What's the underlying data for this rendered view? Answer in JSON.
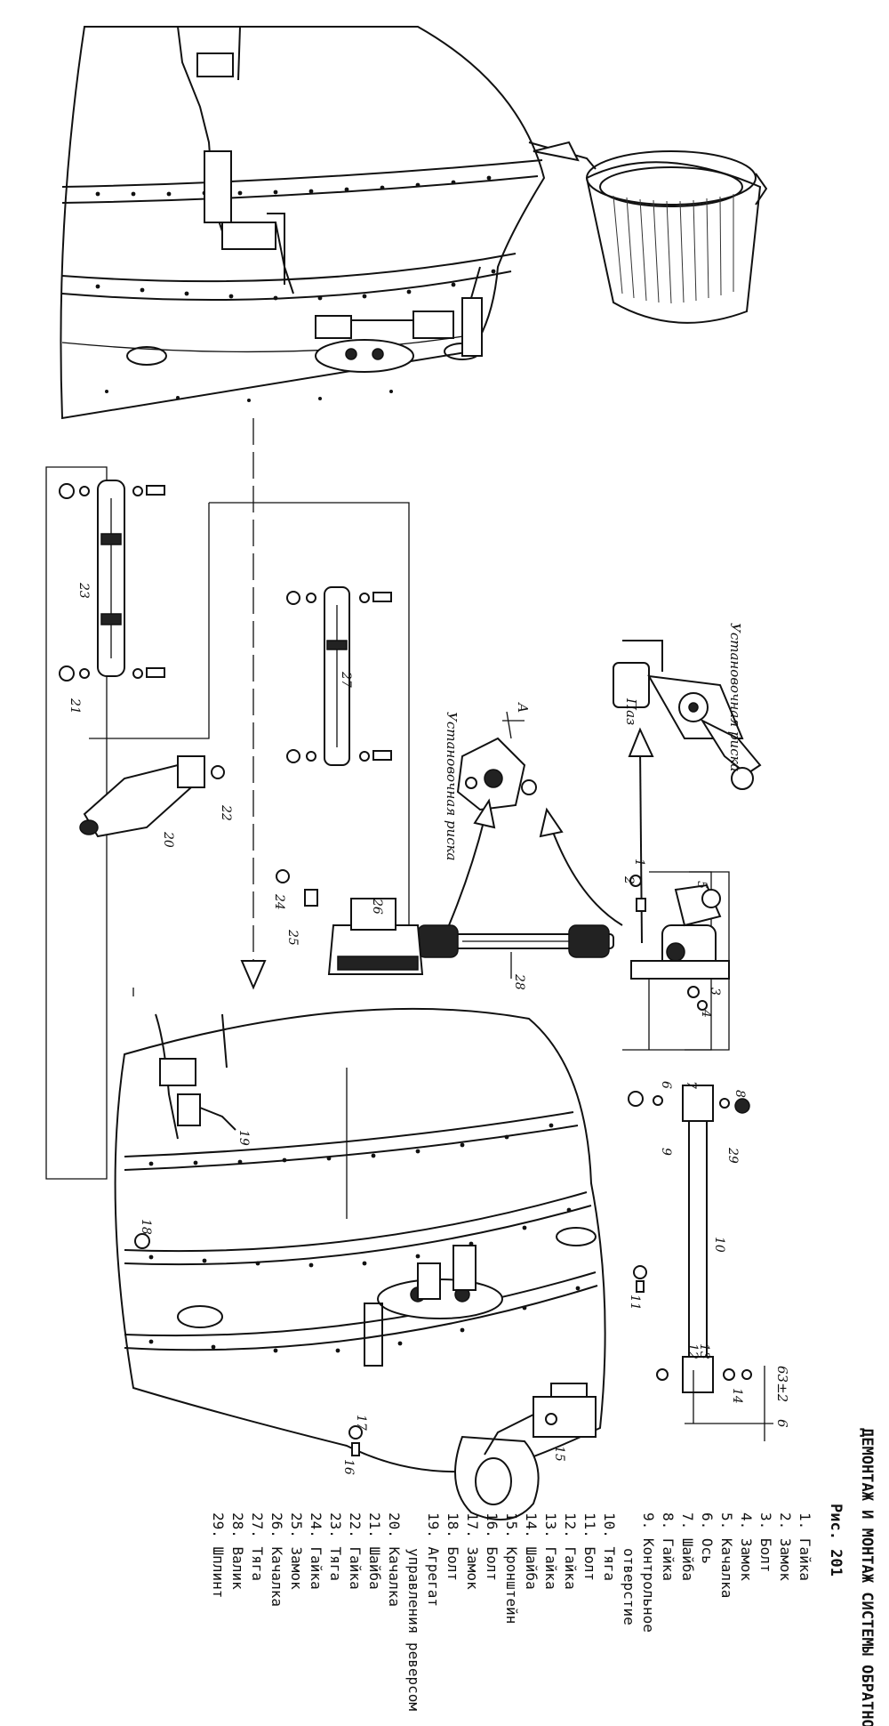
{
  "title": "ДЕМОНТАЖ И МОНТАЖ СИСТЕМЫ ОБРАТНОЙ СВЯЗИ",
  "figure": "Рис. 201",
  "parts": [
    {
      "n": "1.",
      "label": "Гайка"
    },
    {
      "n": "2.",
      "label": "Замок"
    },
    {
      "n": "3.",
      "label": "Болт"
    },
    {
      "n": "4.",
      "label": "Замок"
    },
    {
      "n": "5.",
      "label": "Качалка"
    },
    {
      "n": "6.",
      "label": "Ось"
    },
    {
      "n": "7.",
      "label": "Шайба"
    },
    {
      "n": "8.",
      "label": "Гайка"
    },
    {
      "n": "9.",
      "label": "Контрольное отверстие"
    },
    {
      "n": "10.",
      "label": "Тяга"
    },
    {
      "n": "11.",
      "label": "Болт"
    },
    {
      "n": "12.",
      "label": "Гайка"
    },
    {
      "n": "13.",
      "label": "Гайка"
    },
    {
      "n": "14.",
      "label": "Шайба"
    },
    {
      "n": "15.",
      "label": "Кронштейн"
    },
    {
      "n": "16.",
      "label": "Болт"
    },
    {
      "n": "17.",
      "label": "Замок"
    },
    {
      "n": "18.",
      "label": "Болт"
    },
    {
      "n": "19.",
      "label": "Агрегат управления реверсом"
    },
    {
      "n": "20.",
      "label": "Качалка"
    },
    {
      "n": "21.",
      "label": "Шайба"
    },
    {
      "n": "22.",
      "label": "Гайка"
    },
    {
      "n": "23.",
      "label": "Тяга"
    },
    {
      "n": "24.",
      "label": "Гайка"
    },
    {
      "n": "25.",
      "label": "Замок"
    },
    {
      "n": "26.",
      "label": "Качалка"
    },
    {
      "n": "27.",
      "label": "Тяга"
    },
    {
      "n": "28.",
      "label": "Валик"
    },
    {
      "n": "29.",
      "label": "Шплинт"
    }
  ],
  "callouts": {
    "mark1": "Установочная риска",
    "mark2": "Установочная риска",
    "slot": "Паз",
    "view": "А",
    "dim": "63±2",
    "dim_small": "6"
  },
  "labels": [
    "1",
    "2",
    "3",
    "4",
    "5",
    "6",
    "7",
    "8",
    "9",
    "10",
    "11",
    "12",
    "13",
    "14",
    "15",
    "16",
    "17",
    "18",
    "19",
    "20",
    "21",
    "22",
    "23",
    "24",
    "25",
    "26",
    "27",
    "28",
    "29"
  ]
}
